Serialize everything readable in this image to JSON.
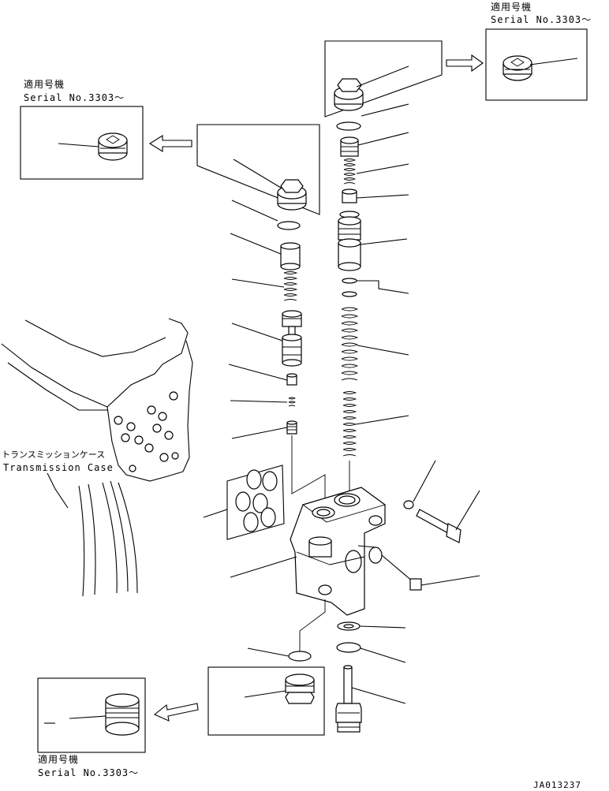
{
  "serial_top_right": {
    "applicable": "適用号機",
    "serial": "Serial No.3303～"
  },
  "serial_top_left": {
    "applicable": "適用号機",
    "serial": "Serial No.3303～"
  },
  "serial_bottom_left": {
    "applicable": "適用号機",
    "serial": "Serial No.3303～"
  },
  "transmission_case": {
    "japanese": "トランスミッションケース",
    "english": "Transmission Case"
  },
  "drawing_id": "JA013237"
}
